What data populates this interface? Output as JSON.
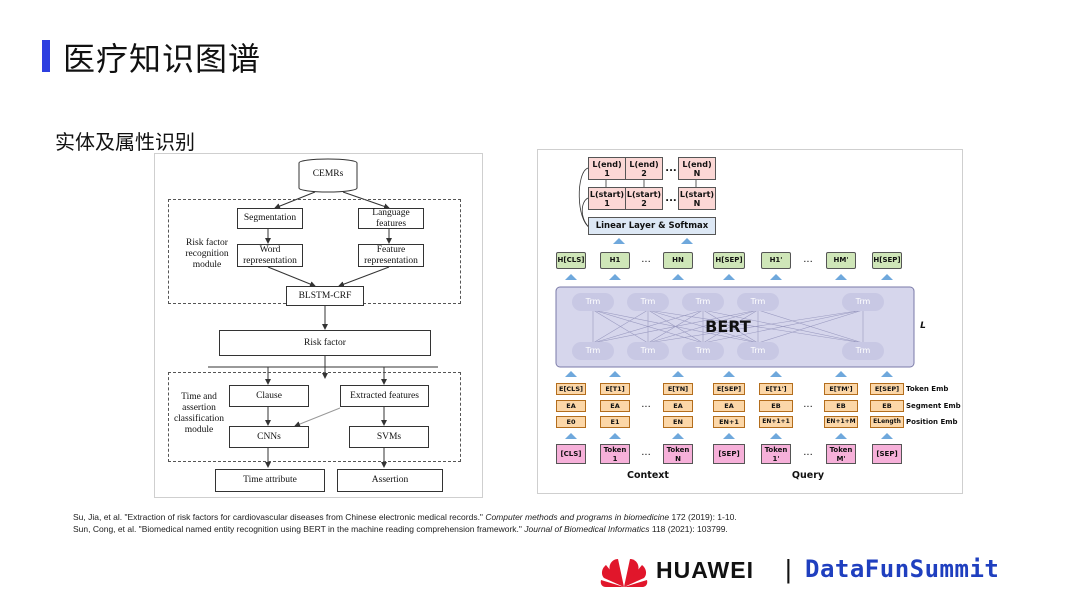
{
  "slide": {
    "title": "医疗知识图谱",
    "subtitle": "实体及属性识别"
  },
  "left_figure": {
    "top_node": "CEMRs",
    "module1_label": "Risk factor recognition module",
    "segmentation": "Segmentation",
    "language_features": "Language features",
    "word_representation": "Word representation",
    "feature_representation": "Feature representation",
    "blstm_crf": "BLSTM-CRF",
    "risk_factor": "Risk factor",
    "module2_label": "Time and assertion classification module",
    "clause": "Clause",
    "extracted_features": "Extracted features",
    "cnns": "CNNs",
    "svms": "SVMs",
    "time_attribute": "Time attribute",
    "assertion": "Assertion"
  },
  "right_figure": {
    "l_end": [
      "L(end) 1",
      "L(end) 2",
      "L(end) N"
    ],
    "l_start": [
      "L(start) 1",
      "L(start) 2",
      "L(start) N"
    ],
    "linear": "Linear Layer & Softmax",
    "h_tokens": [
      "H[CLS]",
      "H1",
      "HN",
      "H[SEP]",
      "H1'",
      "HM'",
      "H[SEP]"
    ],
    "trm": "Trm",
    "bert": "BERT",
    "layer_l": "L",
    "e_token": [
      "E[CLS]",
      "E[T1]",
      "E[TN]",
      "E[SEP]",
      "E[T1']",
      "E[TM']",
      "E[SEP]"
    ],
    "e_segment": [
      "EA",
      "EA",
      "EA",
      "EA",
      "EB",
      "EB",
      "EB"
    ],
    "e_position": [
      "E0",
      "E1",
      "EN",
      "EN+1",
      "EN+1+1",
      "EN+1+M",
      "ELength"
    ],
    "token_emb": "Token Emb",
    "segment_emb": "Segment Emb",
    "position_emb": "Position Emb",
    "inputs": [
      "[CLS]",
      "Token 1",
      "Token N",
      "[SEP]",
      "Token 1'",
      "Token M'",
      "[SEP]"
    ],
    "context": "Context",
    "query": "Query",
    "ellipsis": "..."
  },
  "references": {
    "ref1_prefix": "Su, Jia, et al. \"Extraction of risk factors for cardiovascular diseases from Chinese electronic medical records.\" ",
    "ref1_journal": "Computer methods and programs in biomedicine",
    "ref1_suffix": " 172 (2019): 1-10.",
    "ref2_prefix": "Sun, Cong, et al. \"Biomedical named entity recognition using BERT in the machine reading comprehension framework.\" ",
    "ref2_journal": "Journal of Biomedical Informatics",
    "ref2_suffix": " 118 (2021): 103799."
  },
  "footer": {
    "brand1": "HUAWEI",
    "divider": "|",
    "brand2": "DataFunSummit",
    "brand1_color": "#e1162b",
    "brand2_color": "#1f3fbf"
  }
}
